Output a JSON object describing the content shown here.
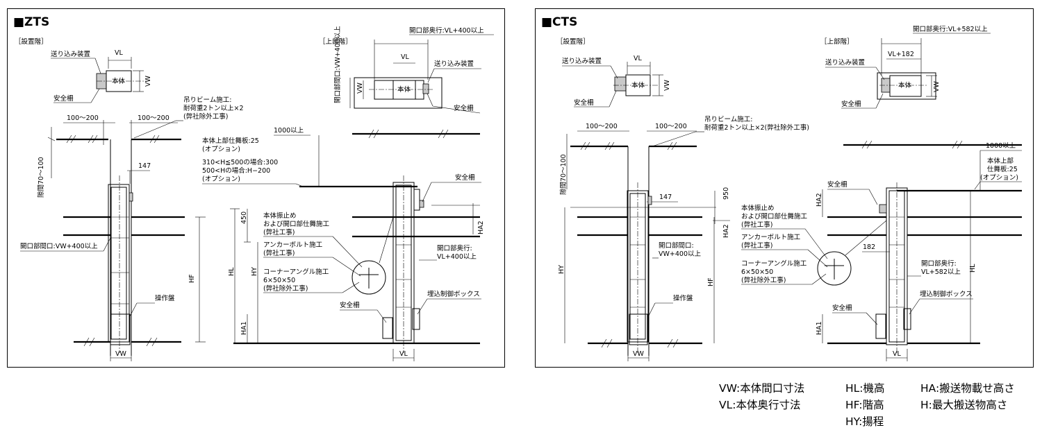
{
  "zts": {
    "title": "■ZTS",
    "install_floor": "［設置階］",
    "upper_floor": "［上部階］",
    "labels": {
      "vl": "VL",
      "vw": "VW",
      "body": "本体",
      "feeder": "送り込み装置",
      "safety_fence": "安全柵",
      "upper_depth": "開口部奥行:VL+400以上",
      "upper_width": "開口部間口:VW+400以上",
      "beam": "吊りビーム施工:",
      "beam_load": "耐荷重2トン以上×2",
      "beam_outside": "(弊社除外工事)",
      "range_left": "100〜200",
      "range_right": "100〜200",
      "gap": "隙間70〜100",
      "d147": "147",
      "over1000": "1000以上",
      "top_board": "本体上部仕舞板:25",
      "option1": "(オプション)",
      "h_case1": "310<H≦500の場合:300",
      "h_case2": "500<Hの場合:H−200",
      "option2": "(オプション)",
      "opening_width": "開口部間口:VW+400以上",
      "hf": "HF",
      "hl": "HL",
      "hy": "HY",
      "ha1": "HA1",
      "ha2": "HA2",
      "d450": "450",
      "anti_vib": "本体振止め",
      "anti_vib2": "および開口部仕舞施工",
      "our_work1": "(弊社工事)",
      "anchor": "アンカーボルト施工",
      "our_work2": "(弊社工事)",
      "corner": "コーナーアングル施工",
      "corner_size": "6×50×50",
      "corner_outside": "(弊社除外工事)",
      "safety_fence_top": "安全柵",
      "opening_depth": "開口部奥行:",
      "opening_depth_val": "VL+400以上",
      "control_box": "埋込制御ボックス",
      "safety_fence_bottom": "安全柵",
      "panel": "操作盤",
      "vw_bottom": "VW",
      "vl_bottom": "VL"
    }
  },
  "cts": {
    "title": "■CTS",
    "install_floor": "［設置階］",
    "upper_floor": "［上部階］",
    "labels": {
      "vl": "VL",
      "vw": "VW",
      "body": "本体",
      "feeder": "送り込み装置",
      "safety_fence": "安全柵",
      "upper_depth": "開口部奥行:VL+582以上",
      "vl182": "VL+182",
      "feeder_upper": "送り込み装置",
      "safety_fence_upper": "安全柵",
      "vw_upper": "VW",
      "beam": "吊りビーム施工:",
      "beam_load": "耐荷重2トン以上×2(弊社除外工事)",
      "range_left": "100〜200",
      "range_right": "100〜200",
      "gap": "隙間70〜100",
      "d147": "147",
      "d950": "950",
      "over1000": "1000以上",
      "top_board1": "本体上部",
      "top_board2": "仕舞板:25",
      "option": "(オプション)",
      "opening_width1": "開口部間口:",
      "opening_width2": "VW+400以上",
      "hy": "HY",
      "hf": "HF",
      "hl": "HL",
      "ha1": "HA1",
      "ha2": "HA2",
      "safety_fence_mid": "安全柵",
      "anti_vib": "本体振止め",
      "anti_vib2": "および開口部仕舞施工",
      "our_work1": "(弊社工事)",
      "anchor": "アンカーボルト施工",
      "our_work2": "(弊社工事)",
      "corner": "コーナーアングル施工",
      "corner_size": "6×50×50",
      "corner_outside": "(弊社除外工事)",
      "d182": "182",
      "opening_depth": "開口部奥行:",
      "opening_depth_val": "VL+582以上",
      "control_box": "埋込制御ボックス",
      "safety_fence_bottom": "安全柵",
      "panel": "操作盤",
      "vw_bottom": "VW",
      "vl_bottom": "VL"
    }
  },
  "legend": {
    "vw": "VW:本体間口寸法",
    "vl": "VL:本体奥行寸法",
    "hl": "HL:機高",
    "hf": "HF:階高",
    "hy": "HY:揚程",
    "ha": "HA:搬送物載せ高さ",
    "h": "H:最大搬送物高さ"
  }
}
